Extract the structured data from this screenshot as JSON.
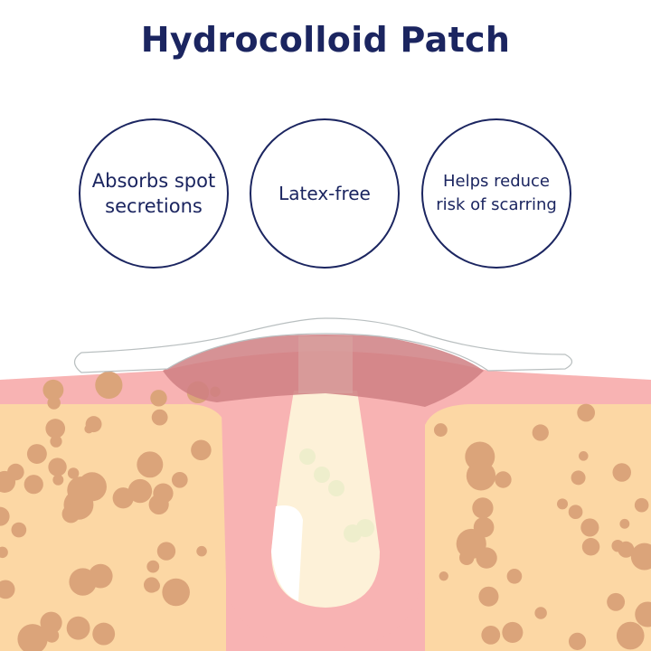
{
  "title": "Hydrocolloid Patch",
  "features": [
    {
      "line1": "Absorbs spot",
      "line2": "secretions"
    },
    {
      "line1": "Latex-free"
    },
    {
      "line1": "Helps reduce",
      "line2": "risk of scarring"
    }
  ],
  "colors": {
    "navy": "#1b2560",
    "skin_pink": "#f8b3b3",
    "dermis": "#fcd7a4",
    "dots": "#dba47a",
    "pus": "#fdf1d8"
  }
}
